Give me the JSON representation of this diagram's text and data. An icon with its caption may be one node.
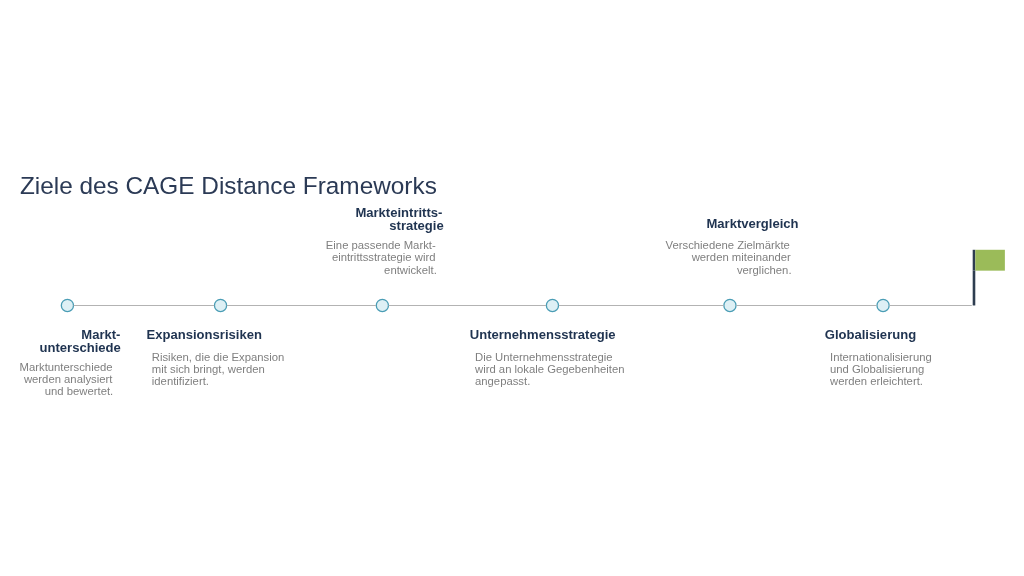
{
  "diagram": {
    "title": "Ziele des CAGE Distance Frameworks",
    "nodes": [
      {
        "text": [],
        "shape": "circle",
        "beside": [
          "Markt- unterschiede",
          "Marktunterschiede werden analysiert und bewertet."
        ]
      },
      {
        "text": [],
        "shape": "circle",
        "beside": [
          "Expansionsrisiken",
          "Risiken, die die Expansion mit sich bringt, werden identifiziert."
        ]
      },
      {
        "text": [],
        "shape": "circle",
        "beside": [
          "Markteintritts- strategie",
          "Eine passende Markt- eintrittsstrategie wird entwickelt."
        ]
      },
      {
        "text": [],
        "shape": "circle",
        "beside": [
          "Unternehmensstrategie",
          "Die Unternehmensstrategie wird an lokale Gegebenheiten angepasst."
        ]
      },
      {
        "text": [],
        "shape": "circle",
        "beside": [
          "Marktvergleich",
          "Verschiedene Zielmärkte werden miteinander verglichen."
        ]
      },
      {
        "text": [],
        "shape": "circle",
        "beside": [
          "Globalisierung",
          "Internationalisierung und Globalisierung werden erleichtert."
        ]
      },
      {
        "text": [],
        "shape": "flag"
      }
    ],
    "edges": [
      {
        "from": 0,
        "to": 1,
        "arrow": "none"
      },
      {
        "from": 1,
        "to": 2,
        "arrow": "none"
      },
      {
        "from": 2,
        "to": 3,
        "arrow": "none"
      },
      {
        "from": 3,
        "to": 4,
        "arrow": "none"
      },
      {
        "from": 4,
        "to": 5,
        "arrow": "none"
      },
      {
        "from": 5,
        "to": 6,
        "arrow": "none"
      }
    ]
  }
}
